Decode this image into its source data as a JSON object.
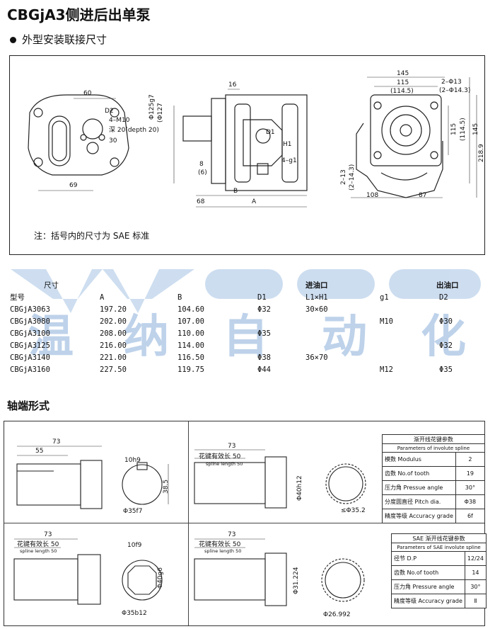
{
  "title": "CBGjA3侧进后出单泵",
  "section1": "外型安装联接尺寸",
  "note": "注：括号内的尺寸为 SAE 标准",
  "drawing": {
    "dims": {
      "d60": "60",
      "d69": "69",
      "d2": "D2",
      "m10": "4–M10",
      "depth": "深 20(depth 20)",
      "d30": "30",
      "d16": "16",
      "fit1": "Φ125g7",
      "fit1b": "(Φ127",
      "d1": "D1",
      "h1": "H1",
      "d8": "8",
      "d6": "(6)",
      "g1": "4–g1",
      "b": "B",
      "a": "A",
      "d68": "68",
      "d145": "145",
      "d115": "115",
      "d1145": "(114.5)",
      "phi13": "2–Φ13",
      "phi143": "(2–Φ14.3)",
      "v115": "115",
      "v1145": "(114.5)",
      "v145": "145",
      "v2189": "218.9",
      "v213": "2–13",
      "v2143": "(2–14.3)",
      "d108": "108",
      "d87": "87"
    }
  },
  "table": {
    "header_top": {
      "dim": "尺寸",
      "inlet": "进油口",
      "outlet": "出油口"
    },
    "header": {
      "model": "型号",
      "a": "A",
      "b": "B",
      "d1": "D1",
      "l1h1": "L1×H1",
      "g1": "g1",
      "d2": "D2"
    },
    "rows": [
      {
        "model": "CBGjA3063",
        "a": "197.20",
        "b": "104.60",
        "d1": "Φ32",
        "l1h1": "30×60",
        "g1": "",
        "d2": ""
      },
      {
        "model": "CBGjA3080",
        "a": "202.00",
        "b": "107.00",
        "d1": "",
        "l1h1": "",
        "g1": "M10",
        "d2": "Φ30"
      },
      {
        "model": "CBGjA3100",
        "a": "208.00",
        "b": "110.00",
        "d1": "Φ35",
        "l1h1": "",
        "g1": "",
        "d2": ""
      },
      {
        "model": "CBGjA3125",
        "a": "216.00",
        "b": "114.00",
        "d1": "",
        "l1h1": "",
        "g1": "",
        "d2": "Φ32"
      },
      {
        "model": "CBGjA3140",
        "a": "221.00",
        "b": "116.50",
        "d1": "Φ38",
        "l1h1": "36×70",
        "g1": "",
        "d2": ""
      },
      {
        "model": "CBGjA3160",
        "a": "227.50",
        "b": "119.75",
        "d1": "Φ44",
        "l1h1": "",
        "g1": "M12",
        "d2": "Φ35"
      }
    ]
  },
  "watermark": {
    "latin": "wena",
    "cn": [
      "温",
      "纳",
      "自",
      "动",
      "化"
    ]
  },
  "section2": "轴端形式",
  "shafts": {
    "s1": {
      "len": "73",
      "len2": "55",
      "key": "10h9",
      "d385": "38.5",
      "phi": "Φ35f7"
    },
    "s2": {
      "len": "73",
      "spline_cn": "花键有效长 50",
      "spline_en": "spline length 50",
      "phi40": "Φ40h12",
      "phi352": "≤Φ35.2"
    },
    "s3": {
      "len": "73",
      "spline_cn": "花键有效长 50",
      "spline_en": "spline length 50",
      "key": "10f9",
      "phi40": "Φ40g6",
      "phi35": "Φ35b12"
    },
    "s4": {
      "len": "73",
      "spline_cn": "花键有效长 50",
      "spline_en": "spline length 50",
      "phi31": "Φ31.224",
      "phi269": "Φ26.992"
    }
  },
  "spline_table": {
    "title_cn": "渐开线花键参数",
    "title_en": "Parameters of involute spline",
    "rows": [
      {
        "label": "模数 Modulus",
        "value": "2"
      },
      {
        "label": "齿数 No.of tooth",
        "value": "19"
      },
      {
        "label": "压力角 Pressue angle",
        "value": "30°"
      },
      {
        "label": "分度圆直径 Pitch dia.",
        "value": "Φ38"
      },
      {
        "label": "精度等级 Accuracy grade",
        "value": "6f"
      }
    ]
  },
  "sae_table": {
    "title_cn": "SAE 渐开线花键参数",
    "title_en": "Parameters of SAE involute spline",
    "rows": [
      {
        "label": "径节 D.P",
        "value": "12/24"
      },
      {
        "label": "齿数 No.of tooth",
        "value": "14"
      },
      {
        "label": "压力角 Pressure angle",
        "value": "30°"
      },
      {
        "label": "精度等级 Accuracy grade",
        "value": "Ⅱ"
      }
    ]
  }
}
